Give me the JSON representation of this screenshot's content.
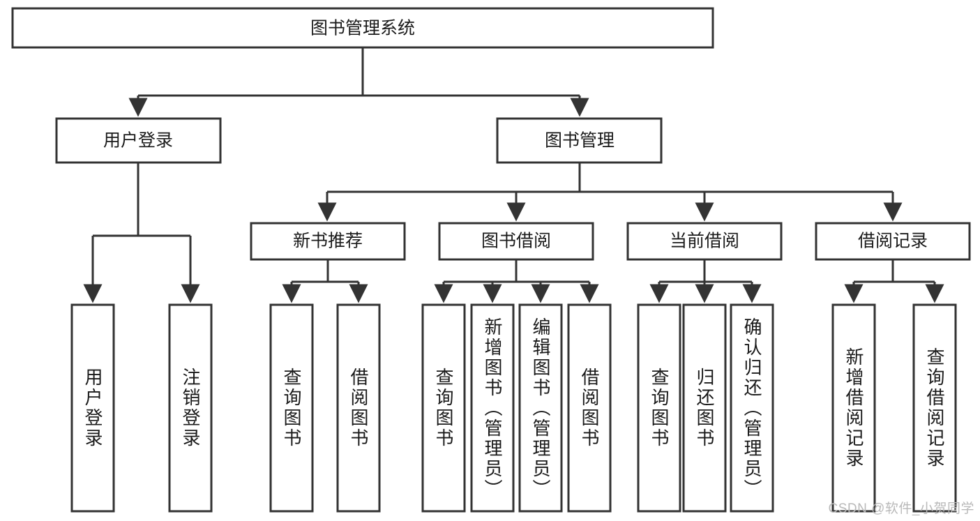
{
  "diagram": {
    "title": "图书管理系统",
    "watermark": "CSDN @软件_小贺同学",
    "colors": {
      "stroke": "#333333",
      "fill": "#ffffff",
      "text": "#1a1a1a",
      "watermark": "#b9b9b9"
    },
    "root": {
      "label": "图书管理系统"
    },
    "level2": [
      {
        "label": "用户登录"
      },
      {
        "label": "图书管理"
      }
    ],
    "level3": [
      {
        "label": "新书推荐"
      },
      {
        "label": "图书借阅"
      },
      {
        "label": "当前借阅"
      },
      {
        "label": "借阅记录"
      }
    ],
    "leaves": {
      "user_login": [
        {
          "label": "用户登录"
        },
        {
          "label": "注销登录"
        }
      ],
      "new_book_recommend": [
        {
          "label": "查询图书"
        },
        {
          "label": "借阅图书"
        }
      ],
      "book_borrow": [
        {
          "label": "查询图书"
        },
        {
          "label": "新增图书（管理员）"
        },
        {
          "label": "编辑图书（管理员）"
        },
        {
          "label": "借阅图书"
        }
      ],
      "current_borrow": [
        {
          "label": "查询图书"
        },
        {
          "label": "归还图书"
        },
        {
          "label": "确认归还（管理员）"
        }
      ],
      "borrow_record": [
        {
          "label": "新增借阅记录"
        },
        {
          "label": "查询借阅记录"
        }
      ]
    }
  }
}
